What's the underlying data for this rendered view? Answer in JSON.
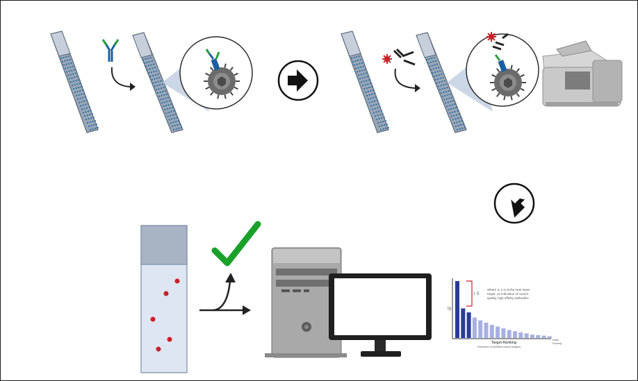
{
  "colors": {
    "slide_fill": "#9aa7b8",
    "slide_edge": "#5a6779",
    "dot_blue": "#2c6f9e",
    "antibody_blue": "#1a5fa0",
    "antibody_green": "#2a9d3c",
    "virus_gray": "#6b6b6b",
    "dye_red": "#cc1f2a",
    "check_green": "#1aa12a",
    "bar_blue": "#2a3c9a",
    "bar_light": "#a7b0e0",
    "instrument_gray": "#c9c9c9",
    "computer_gray": "#a5a5a5"
  },
  "icons": {
    "next_arrow": "right-arrow-circle-icon",
    "down_arrow": "down-left-arrow-circle-icon",
    "check": "checkmark-icon"
  },
  "ranking_chart": {
    "bars": [
      1.0,
      0.52,
      0.45,
      0.36,
      0.31,
      0.27,
      0.23,
      0.2,
      0.17,
      0.14,
      0.12,
      0.1,
      0.08,
      0.06,
      0.05,
      0.04,
      0.03
    ],
    "annotation": "+ 5",
    "ylabel": "Ig",
    "caption_lines": [
      "Where IL-1 is at the near lower",
      "target, no indication of correct",
      "quality, high affinity antibodies"
    ],
    "xlabel": "Target Ranking",
    "xsub": "(Research of predicted ranked antigen)",
    "end_label_1": "Noise",
    "end_label_2": "Flooring"
  }
}
